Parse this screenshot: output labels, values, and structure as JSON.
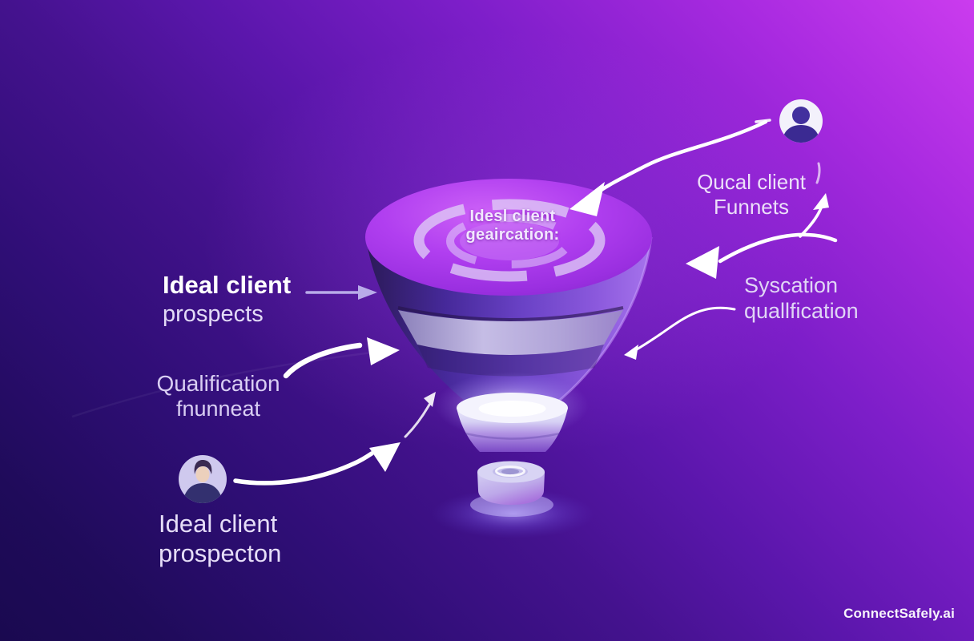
{
  "background": {
    "gradient": [
      "#cb3cee",
      "#9e28da",
      "#6d1abc",
      "#4e13a0",
      "#2f0e78",
      "#1a0950"
    ]
  },
  "funnel": {
    "label": {
      "line1": "Idesl client",
      "line2": "geaircation:"
    },
    "colors": {
      "top_surface": "#b13ff0",
      "body_dark": "#2e1c5c",
      "body_light": "#a473ec",
      "mid_band": "#c9c2e6",
      "stem": "#7b4ac6",
      "glow": "#aa96ff"
    }
  },
  "labels": {
    "left_top": {
      "line1": "Ideal client",
      "line2": "prospects"
    },
    "left_middle": {
      "line1": "Qualification",
      "line2": "fnunneat"
    },
    "left_bottom": {
      "line1": "Ideal client",
      "line2": "prospecton"
    },
    "right_top": {
      "line1": "Qucal client",
      "line2": "Funnets"
    },
    "right_middle": {
      "line1": "Syscation",
      "line2": "quallfication"
    }
  },
  "icons": {
    "top_right_avatar": "person-avatar",
    "bottom_left_avatar": "person-avatar"
  },
  "arrow_color": "#ffffff",
  "watermark": "ConnectSafely.ai"
}
